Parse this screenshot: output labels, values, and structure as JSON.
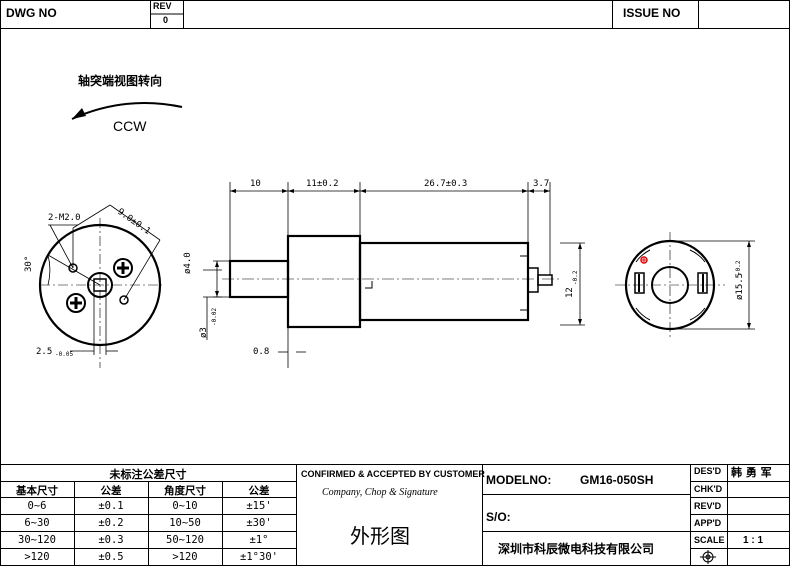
{
  "header": {
    "dwg_label": "DWG  NO",
    "rev_label": "REV",
    "rev_value": "0",
    "issue_label": "ISSUE  NO"
  },
  "rotation": {
    "label": "轴突端视图转向",
    "direction": "CCW"
  },
  "dimensions": {
    "top_10": "10",
    "top_11": "11±0.2",
    "top_26": "26.7±0.3",
    "top_3_7": "3.7",
    "shaft_dia": "ø4.0",
    "shaft_flat": "ø3",
    "shaft_flat_tol": "-0.02",
    "body_dia": "ø15.5",
    "body_dia_tol": "-0.2",
    "term_width": "12",
    "term_width_tol": "-0.2",
    "bottom_0_8": "0.8",
    "hole_label": "2-M2.0",
    "pcd": "9.0±0.1",
    "angle": "30°",
    "flat_width": "2.5",
    "flat_width_tol": "-0.05"
  },
  "tolerance_table": {
    "title": "未标注公差尺寸",
    "headers": [
      "基本尺寸",
      "公差",
      "角度尺寸",
      "公差"
    ],
    "rows": [
      [
        "0~6",
        "±0.1",
        "0~10",
        "±15'"
      ],
      [
        "6~30",
        "±0.2",
        "10~50",
        "±30'"
      ],
      [
        "30~120",
        "±0.3",
        "50~120",
        "±1°"
      ],
      [
        ">120",
        "±0.5",
        ">120",
        "±1°30'"
      ]
    ]
  },
  "confirm_block": {
    "title": "CONFIRMED & ACCEPTED BY CUSTOMER",
    "subtitle": "Company, Chop & Signature",
    "drawing_name": "外形图"
  },
  "model_block": {
    "model_label": "MODELNO:",
    "model_value": "GM16-050SH",
    "so_label": "S/O:",
    "company": "深圳市科辰微电科技有限公司"
  },
  "sign_block": {
    "des_label": "DES'D",
    "des_value": "韩 勇 军",
    "chk_label": "CHK'D",
    "rev_label": "REV'D",
    "app_label": "APP'D",
    "scale_label": "SCALE",
    "scale_value": "1 : 1"
  }
}
